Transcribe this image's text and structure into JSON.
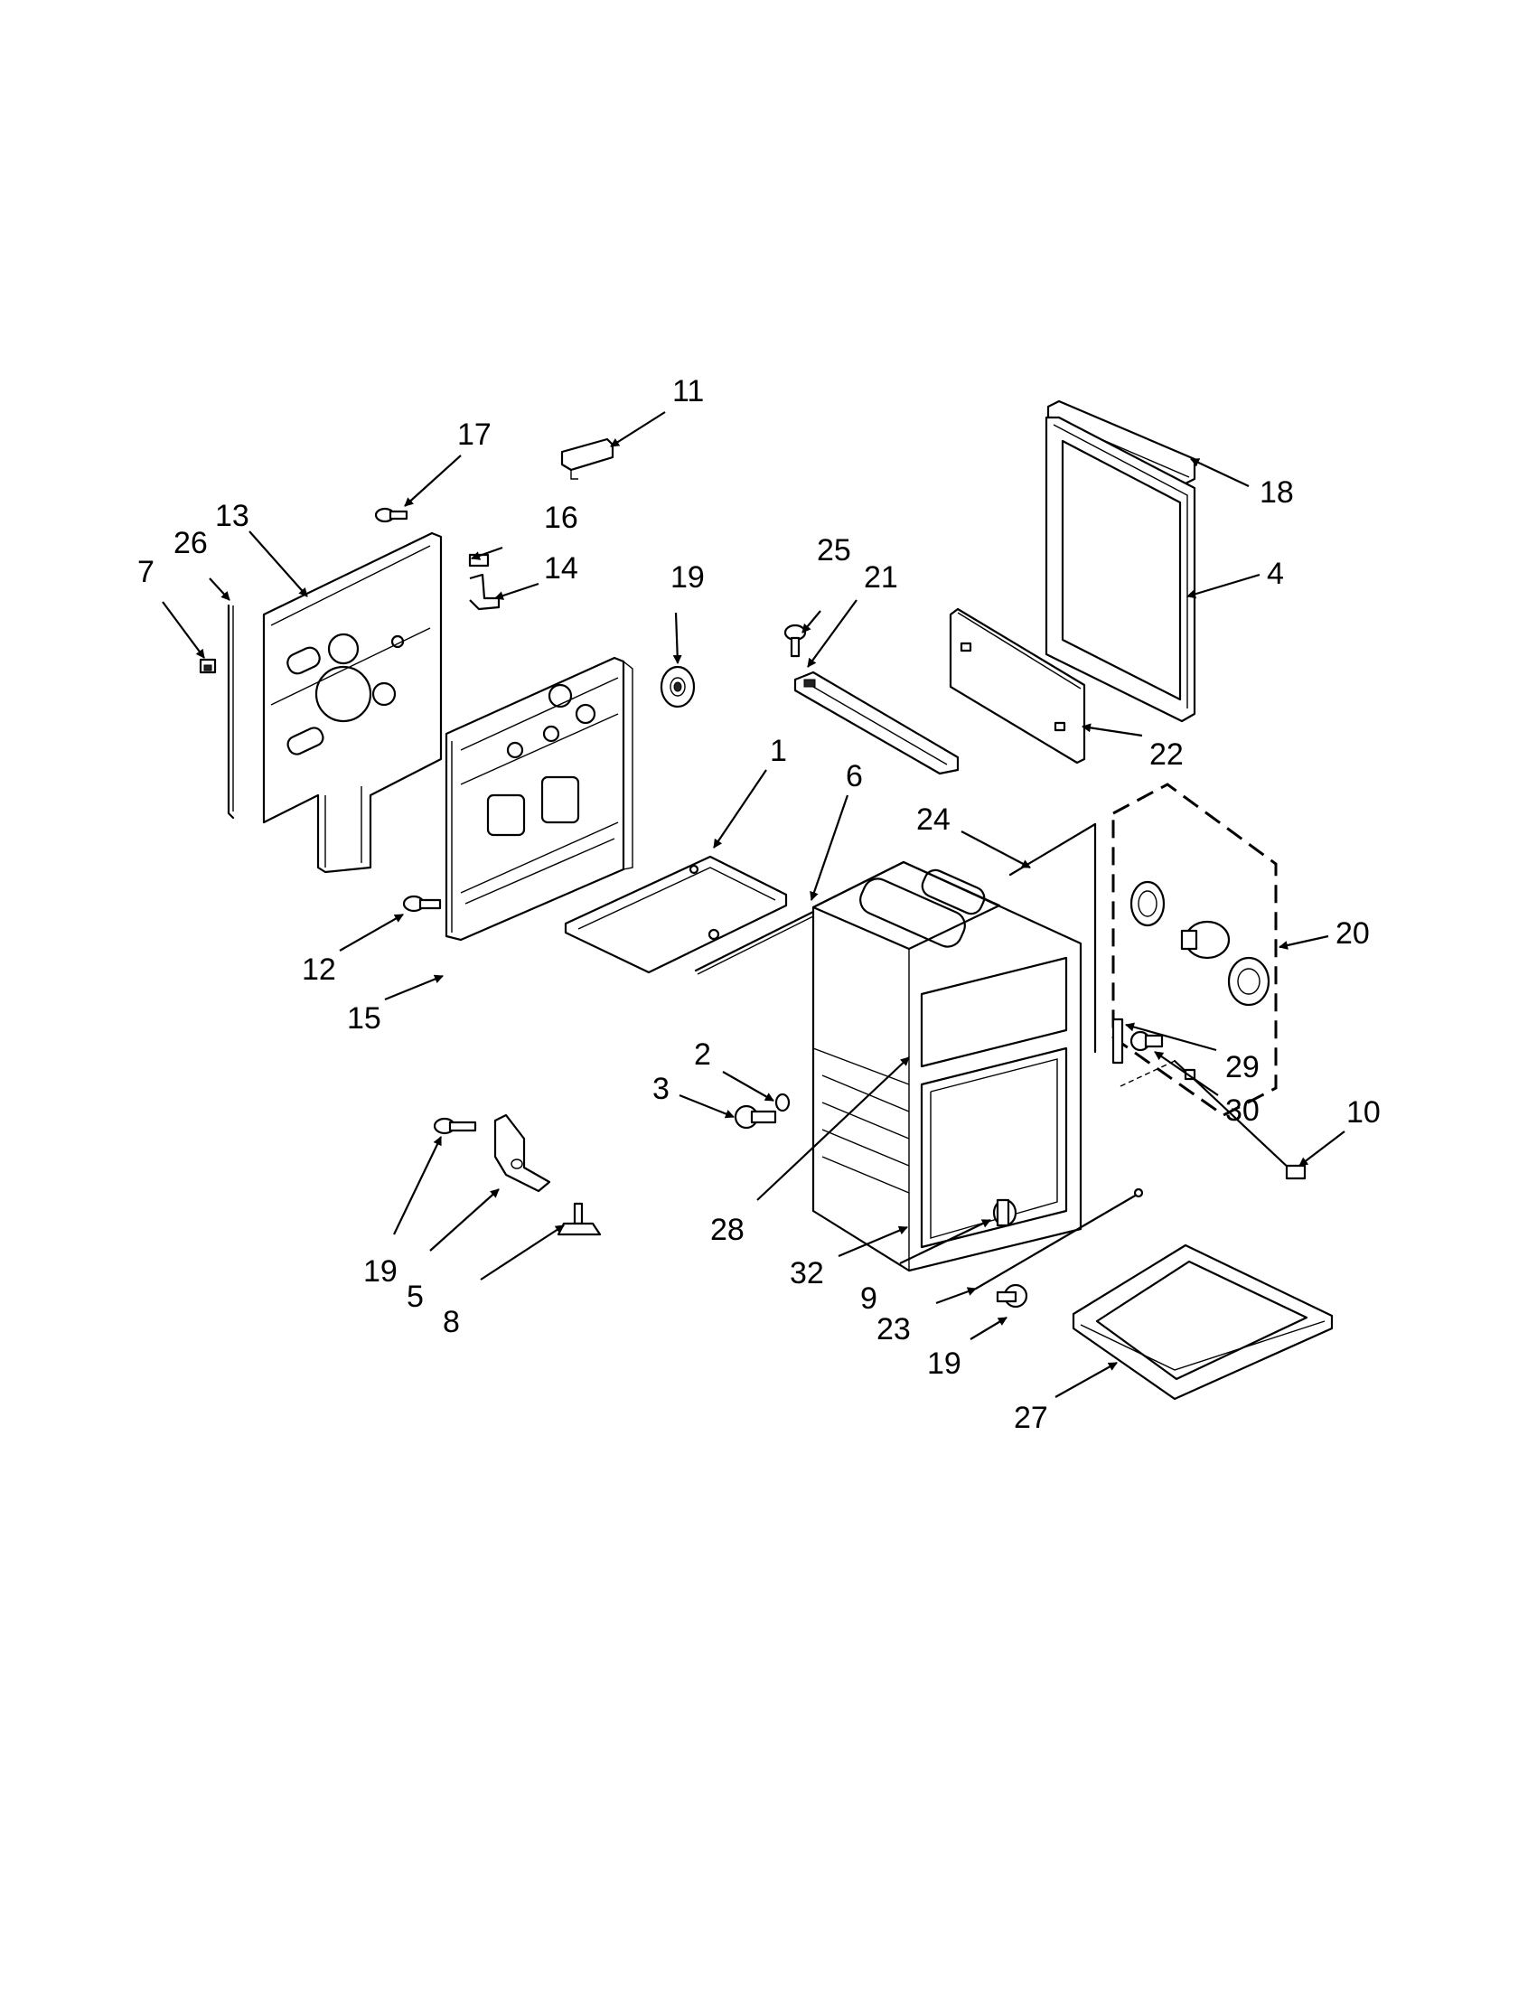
{
  "callouts": [
    {
      "id": "c1",
      "label": "1"
    },
    {
      "id": "c2",
      "label": "2"
    },
    {
      "id": "c3",
      "label": "3"
    },
    {
      "id": "c4",
      "label": "4"
    },
    {
      "id": "c5",
      "label": "5"
    },
    {
      "id": "c6",
      "label": "6"
    },
    {
      "id": "c7",
      "label": "7"
    },
    {
      "id": "c8",
      "label": "8"
    },
    {
      "id": "c9",
      "label": "9"
    },
    {
      "id": "c10",
      "label": "10"
    },
    {
      "id": "c11",
      "label": "11"
    },
    {
      "id": "c12",
      "label": "12"
    },
    {
      "id": "c13",
      "label": "13"
    },
    {
      "id": "c14",
      "label": "14"
    },
    {
      "id": "c15",
      "label": "15"
    },
    {
      "id": "c16",
      "label": "16"
    },
    {
      "id": "c17",
      "label": "17"
    },
    {
      "id": "c18",
      "label": "18"
    },
    {
      "id": "c19a",
      "label": "19"
    },
    {
      "id": "c19b",
      "label": "19"
    },
    {
      "id": "c20",
      "label": "20"
    },
    {
      "id": "c21",
      "label": "21"
    },
    {
      "id": "c22",
      "label": "22"
    },
    {
      "id": "c23",
      "label": "23"
    },
    {
      "id": "c24",
      "label": "24"
    },
    {
      "id": "c25",
      "label": "25"
    },
    {
      "id": "c26",
      "label": "26"
    },
    {
      "id": "c27",
      "label": "27"
    },
    {
      "id": "c28",
      "label": "28"
    },
    {
      "id": "c29",
      "label": "29"
    },
    {
      "id": "c30",
      "label": "30"
    },
    {
      "id": "c31",
      "label": "31"
    },
    {
      "id": "c32",
      "label": "32"
    }
  ]
}
